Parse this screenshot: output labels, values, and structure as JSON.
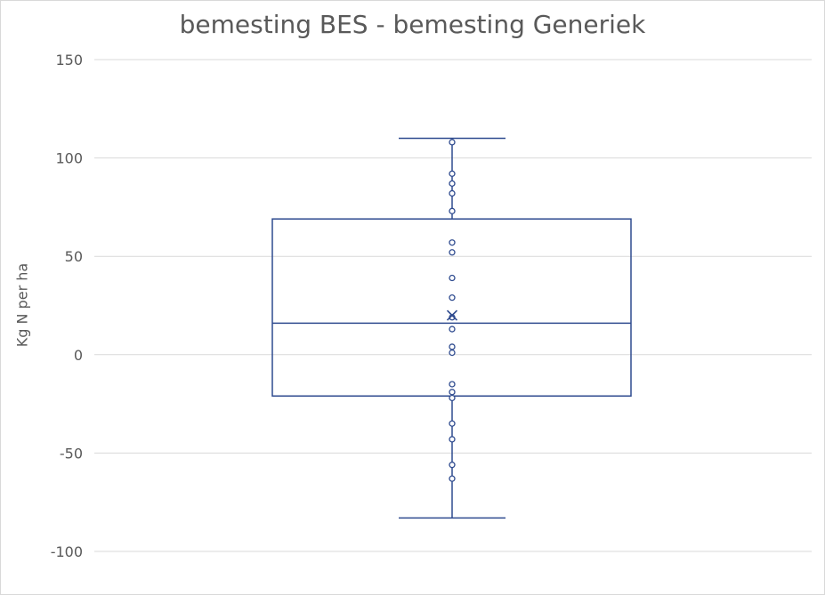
{
  "chart_data": {
    "type": "box",
    "title": "bemesting BES - bemesting Generiek",
    "xlabel": "",
    "ylabel": "Kg N per ha",
    "ylim": [
      -100,
      150
    ],
    "yticks": [
      150,
      100,
      50,
      0,
      -50,
      -100
    ],
    "grid": true,
    "box": {
      "whisker_low": -83,
      "q1": -21,
      "median": 16,
      "mean": 20,
      "q3": 69,
      "whisker_high": 110
    },
    "points": [
      108,
      92,
      87,
      82,
      73,
      57,
      52,
      39,
      29,
      19,
      13,
      4,
      1,
      -15,
      -19,
      -22,
      -35,
      -43,
      -56,
      -63
    ],
    "color": "#2f4b8f",
    "gridcolor": "#d9d9d9"
  }
}
